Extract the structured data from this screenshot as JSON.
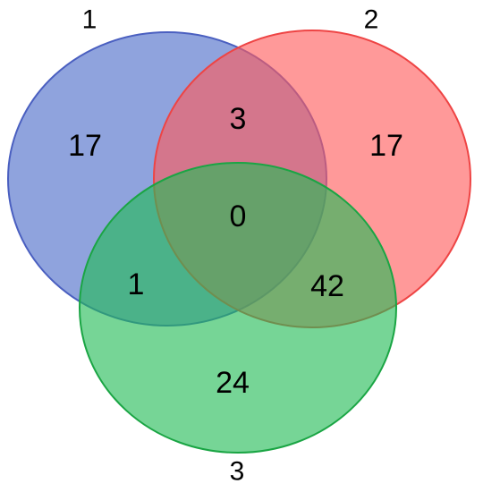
{
  "venn": {
    "sets": [
      {
        "id": "s1",
        "label": "1",
        "fill": "#4a6bc8",
        "stroke": "#4a5fc0"
      },
      {
        "id": "s2",
        "label": "2",
        "fill": "#ff5a5a",
        "stroke": "#ee4444"
      },
      {
        "id": "s3",
        "label": "3",
        "fill": "#22bb55",
        "stroke": "#1aa544"
      }
    ],
    "regions": {
      "only_1": "17",
      "only_2": "17",
      "only_3": "24",
      "s1_s2": "3",
      "s1_s3": "1",
      "s2_s3": "42",
      "s1_s2_s3": "0"
    }
  }
}
